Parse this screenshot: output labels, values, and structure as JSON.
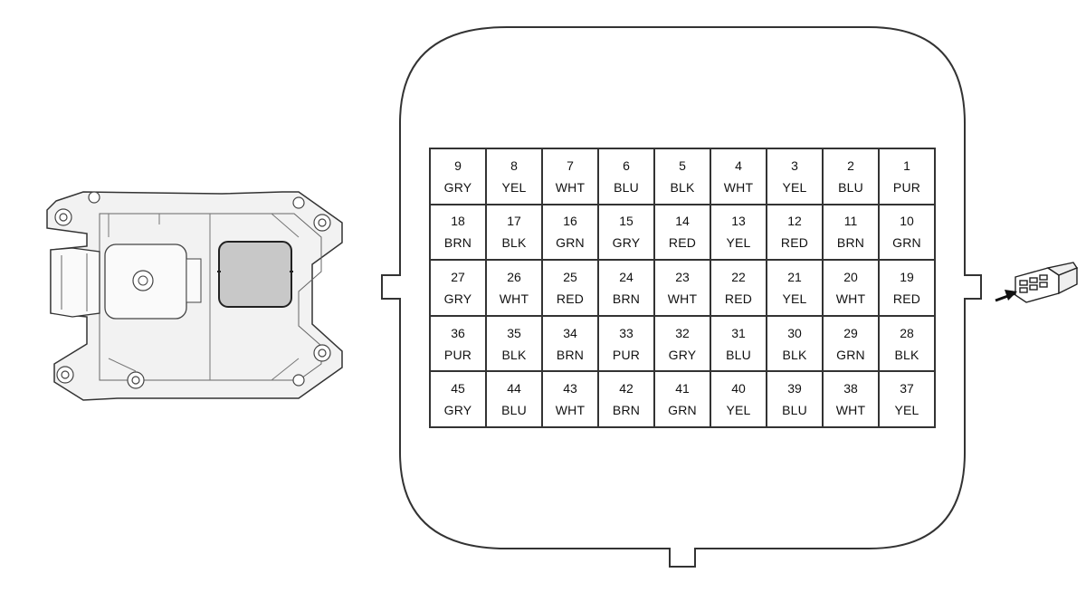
{
  "connector": {
    "pins": [
      {
        "num": "9",
        "color": "GRY"
      },
      {
        "num": "8",
        "color": "YEL"
      },
      {
        "num": "7",
        "color": "WHT"
      },
      {
        "num": "6",
        "color": "BLU"
      },
      {
        "num": "5",
        "color": "BLK"
      },
      {
        "num": "4",
        "color": "WHT"
      },
      {
        "num": "3",
        "color": "YEL"
      },
      {
        "num": "2",
        "color": "BLU"
      },
      {
        "num": "1",
        "color": "PUR"
      },
      {
        "num": "18",
        "color": "BRN"
      },
      {
        "num": "17",
        "color": "BLK"
      },
      {
        "num": "16",
        "color": "GRN"
      },
      {
        "num": "15",
        "color": "GRY"
      },
      {
        "num": "14",
        "color": "RED"
      },
      {
        "num": "13",
        "color": "YEL"
      },
      {
        "num": "12",
        "color": "RED"
      },
      {
        "num": "11",
        "color": "BRN"
      },
      {
        "num": "10",
        "color": "GRN"
      },
      {
        "num": "27",
        "color": "GRY"
      },
      {
        "num": "26",
        "color": "WHT"
      },
      {
        "num": "25",
        "color": "RED"
      },
      {
        "num": "24",
        "color": "BRN"
      },
      {
        "num": "23",
        "color": "WHT"
      },
      {
        "num": "22",
        "color": "RED"
      },
      {
        "num": "21",
        "color": "YEL"
      },
      {
        "num": "20",
        "color": "WHT"
      },
      {
        "num": "19",
        "color": "RED"
      },
      {
        "num": "36",
        "color": "PUR"
      },
      {
        "num": "35",
        "color": "BLK"
      },
      {
        "num": "34",
        "color": "BRN"
      },
      {
        "num": "33",
        "color": "PUR"
      },
      {
        "num": "32",
        "color": "GRY"
      },
      {
        "num": "31",
        "color": "BLU"
      },
      {
        "num": "30",
        "color": "BLK"
      },
      {
        "num": "29",
        "color": "GRN"
      },
      {
        "num": "28",
        "color": "BLK"
      },
      {
        "num": "45",
        "color": "GRY"
      },
      {
        "num": "44",
        "color": "BLU"
      },
      {
        "num": "43",
        "color": "WHT"
      },
      {
        "num": "42",
        "color": "BRN"
      },
      {
        "num": "41",
        "color": "GRN"
      },
      {
        "num": "40",
        "color": "YEL"
      },
      {
        "num": "39",
        "color": "BLU"
      },
      {
        "num": "38",
        "color": "WHT"
      },
      {
        "num": "37",
        "color": "YEL"
      }
    ]
  },
  "colors": {
    "line": "#333333",
    "module_fill": "#f2f2f2",
    "connector_highlight": "#c8c8c8"
  }
}
